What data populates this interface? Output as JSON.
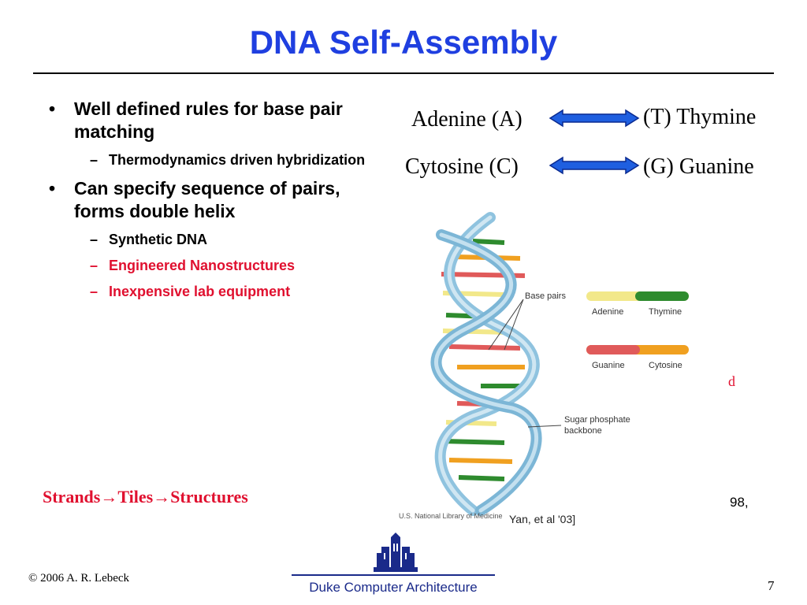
{
  "slide": {
    "title": "DNA Self-Assembly",
    "bullets": [
      {
        "text": "Well defined rules for base pair matching",
        "subs": [
          {
            "text": "Thermodynamics driven hybridization",
            "color": "#000000"
          }
        ]
      },
      {
        "text": "Can specify sequence of pairs, forms double helix",
        "subs": [
          {
            "text": "Synthetic DNA",
            "color": "#000000"
          },
          {
            "text": "Engineered Nanostructures",
            "color": "#e0102f"
          },
          {
            "text": "Inexpensive lab equipment",
            "color": "#e0102f"
          }
        ]
      }
    ],
    "base_pairs": [
      {
        "left": "Adenine (A)",
        "right": "(T) Thymine"
      },
      {
        "left": "Cytosine (C)",
        "right": "(G) Guanine"
      }
    ],
    "figure": {
      "labels": {
        "base_pairs": "Base pairs",
        "adenine": "Adenine",
        "thymine": "Thymine",
        "guanine": "Guanine",
        "cytosine": "Cytosine",
        "backbone_line1": "Sugar phosphate",
        "backbone_line2": "backbone",
        "credit": "U.S. National Library of Medicine"
      },
      "colors": {
        "adenine": "#f2e88a",
        "thymine": "#2e8b2e",
        "guanine": "#e05a5a",
        "cytosine": "#f0a020",
        "backbone": "#a9d0e6"
      }
    },
    "strands_text": "Strands→Tiles→Structures",
    "fragments": {
      "d": "d",
      "year": "98,",
      "cite": "Yan, et al '03]"
    },
    "footer": {
      "copyright": "© 2006 A. R. Lebeck",
      "center": "Duke Computer Architecture",
      "page": "7"
    },
    "accent": "#1f3fe0"
  }
}
